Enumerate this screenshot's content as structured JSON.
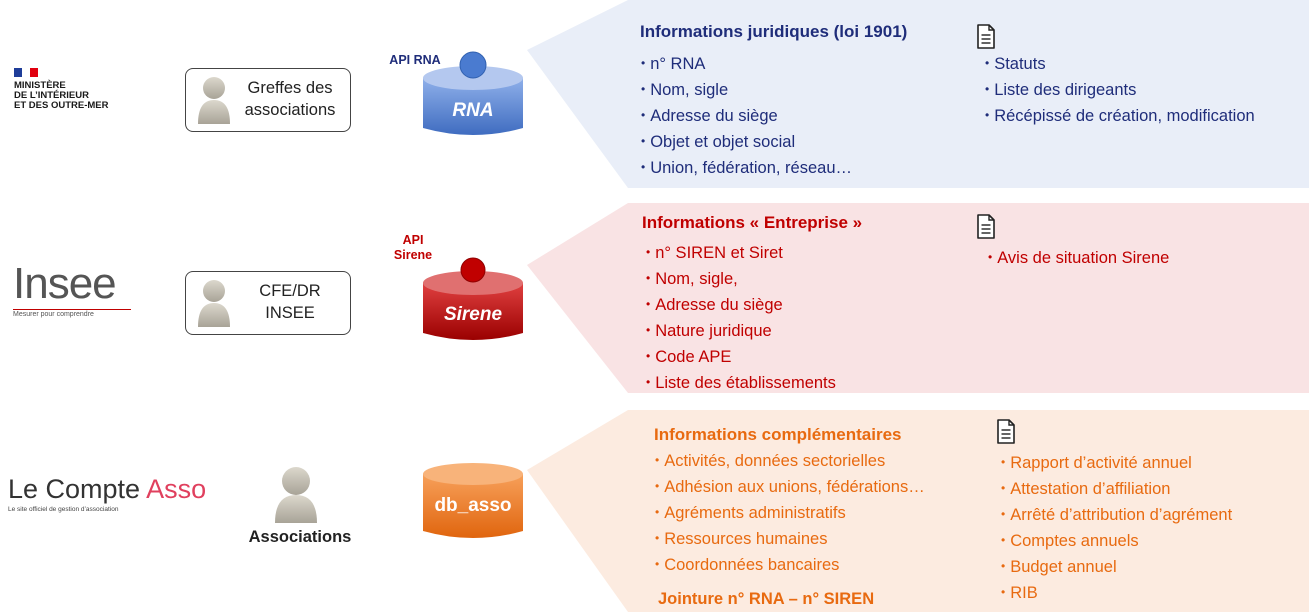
{
  "rows": {
    "rna": {
      "org_logo": {
        "name": "MINISTÈRE\nDE L’INTÉRIEUR\nET DES OUTRE-MER"
      },
      "actor_label": "Greffes des\nassociations",
      "api_label": "API RNA",
      "db_label": "RNA",
      "section_title": "Informations juridiques (loi 1901)",
      "fields": [
        "n° RNA",
        "Nom, sigle",
        "Adresse du siège",
        "Objet et objet social",
        "Union, fédération, réseau…"
      ],
      "documents": [
        "Statuts",
        "Liste des dirigeants",
        "Récépissé de création, modification"
      ],
      "colors": {
        "panel": "#e9eef8",
        "text": "#1f2d7a",
        "db": "#4a7bd0"
      }
    },
    "sirene": {
      "org_logo": {
        "name": "Insee",
        "tagline": "Mesurer pour comprendre"
      },
      "actor_label": "CFE/DR\nINSEE",
      "api_label": "API\nSirene",
      "db_label": "Sirene",
      "section_title": "Informations « Entreprise »",
      "fields": [
        "n° SIREN et Siret",
        "Nom, sigle,",
        "Adresse du siège",
        "Nature juridique",
        "Code APE",
        "Liste des établissements"
      ],
      "documents": [
        "Avis de situation Sirene"
      ],
      "colors": {
        "panel": "#f9e3e4",
        "text": "#c00000",
        "db": "#c00000"
      }
    },
    "asso": {
      "org_logo": {
        "name_part1": "Le Compte ",
        "name_part2": "Asso",
        "tagline": "Le site officiel de gestion d’association"
      },
      "actor_label": "Associations",
      "db_label": "db_asso",
      "section_title": "Informations complémentaires",
      "fields": [
        "Activités, données sectorielles",
        "Adhésion aux unions, fédérations…",
        "Agréments administratifs",
        "Ressources humaines",
        "Coordonnées bancaires"
      ],
      "footer_note": "Jointure n° RNA – n° SIREN",
      "documents": [
        "Rapport d’activité annuel",
        "Attestation d’affiliation",
        "Arrêté d’attribution d’agrément",
        "Comptes annuels",
        "Budget annuel",
        "RIB"
      ],
      "colors": {
        "panel": "#fcebe0",
        "text": "#e86a10",
        "db": "#ee7a22"
      }
    }
  },
  "icons": {
    "document": "document-icon",
    "person": "person-icon",
    "database": "database-cylinder-icon"
  }
}
